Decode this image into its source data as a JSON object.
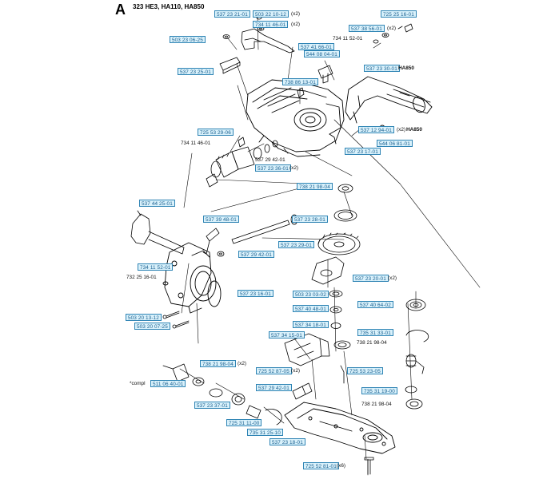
{
  "header": {
    "section_letter": "A",
    "title": "323 HE3, HA110, HA850"
  },
  "labels": {
    "l1": "537 23 21-01",
    "l2": "503 22 10-12",
    "l3": "734 11 46-01",
    "l4": "725 25 16-01",
    "l5": "503 23 06-25",
    "l6": "537 38 56-01",
    "l7": "537 23 25-01",
    "l8": "537 41 66-01",
    "l9": "544 08 04-01",
    "l10": "738 86 13-01",
    "l11": "537 23 30-01",
    "l12": "537 12 94-01",
    "l13": "544 06 81-01",
    "l14": "537 23 17-01",
    "l15": "725 53 29-06",
    "l16": "537 23 36-01",
    "l17": "738 21 98-04",
    "l18": "537 44 25-01",
    "l19": "537 23 28-01",
    "l20": "537 39 48-01",
    "l21": "537 23 29-01",
    "l22": "537 29 42-01",
    "l23": "734 11 52-01",
    "l24": "537 23 20-01",
    "l25": "503 23 03-02",
    "l26": "537 23 16-01",
    "l27": "537 40 64-02",
    "l28": "537 40 48-01",
    "l29": "503 20 13-12",
    "l30": "503 20 07-25",
    "l31": "537 34 18-01",
    "l32": "735 31 33-01",
    "l33": "537 34 15-01",
    "l34": "738 21 98-04",
    "l35": "725 52 87-05",
    "l36": "725 53 23-05",
    "l37": "511 06 40-01",
    "l38": "537 29 42-01",
    "l39": "735 31 19-00",
    "l40": "537 23 37-01",
    "l41": "725 31 11-00",
    "l42": "735 31 25-10",
    "l43": "537 23 18-01",
    "l44": "725 52 81-01"
  },
  "plain_labels": {
    "p1": "734 11 52-01",
    "p2": "734 11 46-01",
    "p3": "537 29 42-01",
    "p4": "732 25 16-01",
    "p5": "738 21 98-04",
    "p6": "738 21 98-04"
  },
  "quantities": {
    "q1": "(x2)",
    "q2": "(x2)",
    "q3": "(x2)",
    "q4": "(x2)",
    "q5": "(x2)",
    "q6": "(x2)",
    "q7": "(x2)",
    "q8": "(x2)",
    "q9": "(x6)"
  },
  "variants": {
    "v1": "HA850",
    "v2": "HA850"
  },
  "notes": {
    "compl": "*compl"
  }
}
